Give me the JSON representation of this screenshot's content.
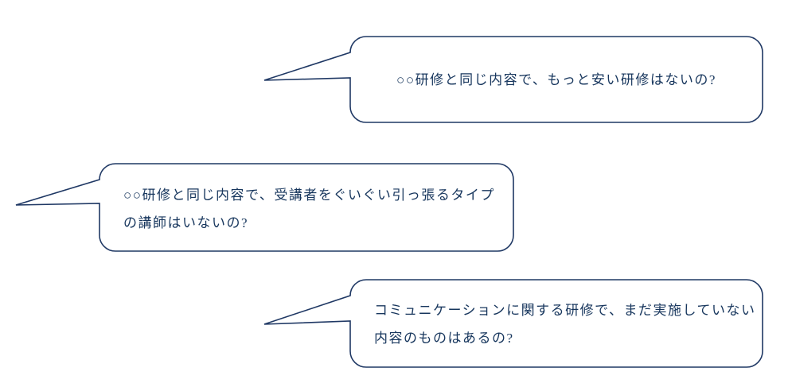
{
  "colors": {
    "border": "#1f3864",
    "text": "#17365d",
    "bubble_fill": "#ffffff",
    "background": "#ffffff"
  },
  "bubbles": [
    {
      "lines": [
        "○○研修と同じ内容で、もっと安い研修はないの?"
      ]
    },
    {
      "lines": [
        "○○研修と同じ内容で、受講者をぐいぐい引っ張るタイプ",
        "の講師はいないの?"
      ]
    },
    {
      "lines": [
        "コミュニケーションに関する研修で、まだ実施していない",
        "内容のものはあるの?"
      ]
    }
  ]
}
